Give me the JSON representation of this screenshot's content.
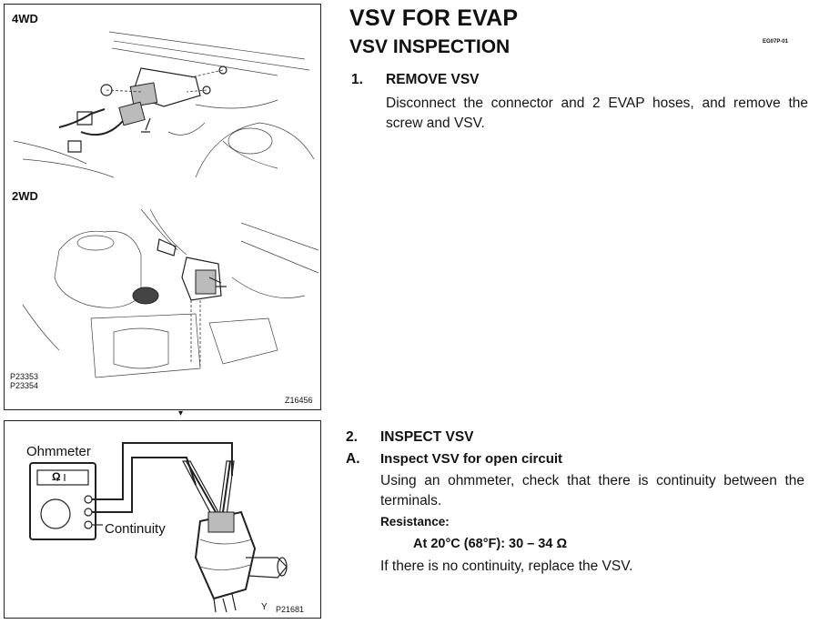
{
  "figure_top": {
    "label_4wd": "4WD",
    "label_2wd": "2WD",
    "code_1": "P23353",
    "code_2": "P23354",
    "code_3": "Z16456"
  },
  "figure_bottom": {
    "ohmmeter_label": "Ohmmeter",
    "continuity_label": "Continuity",
    "meter_symbol": "Ω",
    "code_prefix": "Y",
    "code": "P21681"
  },
  "header": {
    "title": "VSV FOR EVAP",
    "subtitle": "VSV INSPECTION",
    "doc_code": "EG07P-01"
  },
  "steps": [
    {
      "number": "1.",
      "heading": "REMOVE VSV",
      "text": "Disconnect the connector and 2 EVAP hoses, and remove the screw and VSV."
    },
    {
      "number": "2.",
      "heading": "INSPECT VSV"
    }
  ],
  "substep": {
    "letter": "A.",
    "heading": "Inspect VSV for open circuit",
    "text": "Using an ohmmeter, check that there is continuity between the terminals.",
    "spec_label": "Resistance:",
    "spec_value": "At 20°C (68°F): 30 – 34 Ω",
    "note": "If there is no continuity, replace the VSV."
  }
}
